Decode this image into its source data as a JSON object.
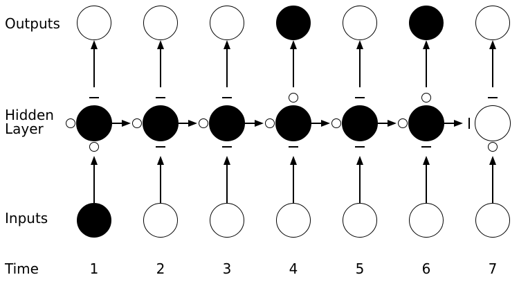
{
  "figure": {
    "background_color": "#ffffff",
    "line_color": "#000000",
    "active_node_color": "#000000",
    "inactive_node_color": "#ffffff"
  },
  "labels": {
    "outputs": "Outputs",
    "hidden_layer_line1": "Hidden",
    "hidden_layer_line2": "Layer",
    "inputs": "Inputs",
    "time": "Time"
  },
  "time_steps": [
    {
      "time": "1",
      "input_node": "black",
      "hidden_node": "black",
      "output_node": "white",
      "input_gate": "open",
      "recurrent_gate": "open",
      "output_gate": "closed",
      "recurrent_arrow_from_previous": false
    },
    {
      "time": "2",
      "input_node": "white",
      "hidden_node": "black",
      "output_node": "white",
      "input_gate": "closed",
      "recurrent_gate": "open",
      "output_gate": "closed",
      "recurrent_arrow_from_previous": true
    },
    {
      "time": "3",
      "input_node": "white",
      "hidden_node": "black",
      "output_node": "white",
      "input_gate": "closed",
      "recurrent_gate": "open",
      "output_gate": "closed",
      "recurrent_arrow_from_previous": true
    },
    {
      "time": "4",
      "input_node": "white",
      "hidden_node": "black",
      "output_node": "black",
      "input_gate": "closed",
      "recurrent_gate": "open",
      "output_gate": "open",
      "recurrent_arrow_from_previous": true
    },
    {
      "time": "5",
      "input_node": "white",
      "hidden_node": "black",
      "output_node": "white",
      "input_gate": "closed",
      "recurrent_gate": "open",
      "output_gate": "closed",
      "recurrent_arrow_from_previous": true
    },
    {
      "time": "6",
      "input_node": "white",
      "hidden_node": "black",
      "output_node": "black",
      "input_gate": "closed",
      "recurrent_gate": "open",
      "output_gate": "open",
      "recurrent_arrow_from_previous": true
    },
    {
      "time": "7",
      "input_node": "white",
      "hidden_node": "white",
      "output_node": "white",
      "input_gate": "open",
      "recurrent_gate": "closed",
      "output_gate": "closed",
      "recurrent_arrow_from_previous": true
    }
  ]
}
